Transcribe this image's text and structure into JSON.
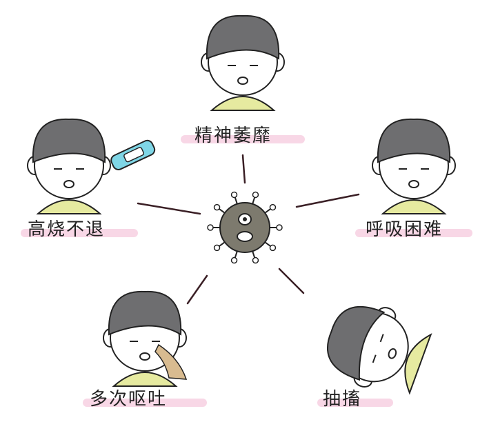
{
  "center": {
    "icon": "virus-icon",
    "color": "#7d7a6e"
  },
  "symptoms": [
    {
      "label": "精神萎靡",
      "icon": "tired-child"
    },
    {
      "label": "高烧不退",
      "icon": "child-with-thermometer"
    },
    {
      "label": "呼吸困难",
      "icon": "child-breathing-difficulty"
    },
    {
      "label": "多次呕吐",
      "icon": "child-vomiting"
    },
    {
      "label": "抽搐",
      "icon": "child-convulsing"
    }
  ],
  "colors": {
    "hair": "#6e6e70",
    "shirt": "#e6eaa0",
    "highlight": "#f6cde0",
    "line": "#3a1f25",
    "thermometer": "#7fd6e6"
  }
}
